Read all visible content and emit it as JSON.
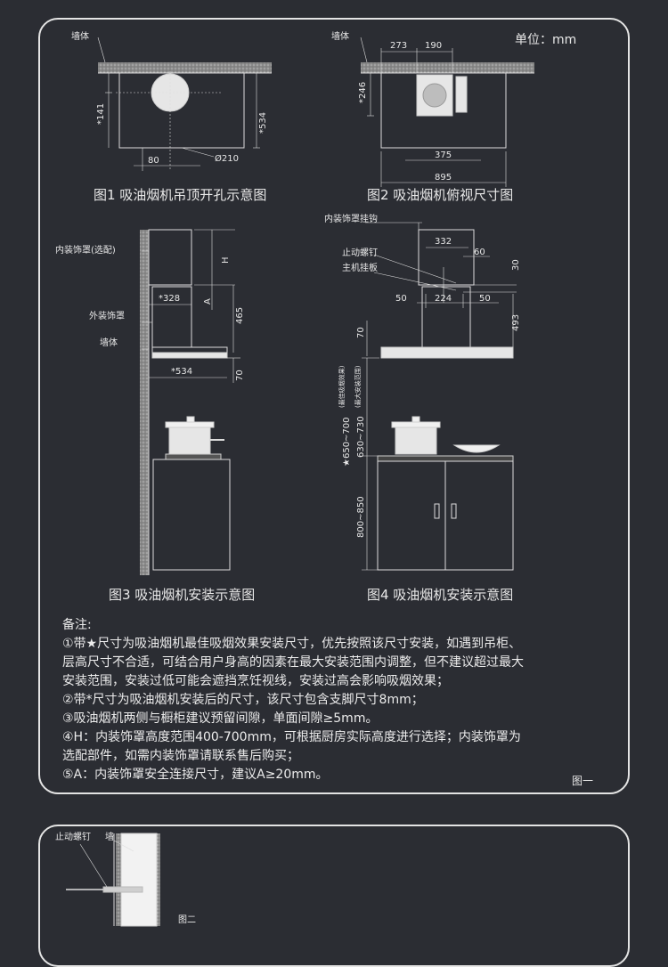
{
  "unit_label": "单位：mm",
  "fig1": {
    "caption": "图1  吸油烟机吊顶开孔示意图",
    "wall_label": "墙体",
    "dim_141": "*141",
    "dim_534": "*534",
    "dim_80": "80",
    "dim_210": "Ø210"
  },
  "fig2": {
    "caption": "图2  吸油烟机俯视尺寸图",
    "wall_label": "墙体",
    "dim_273": "273",
    "dim_190": "190",
    "dim_246": "*246",
    "dim_375": "375",
    "dim_895": "895"
  },
  "fig3": {
    "caption": "图3  吸油烟机安装示意图",
    "inner_cover": "内装饰罩(选配)",
    "outer_cover": "外装饰罩",
    "wall_label": "墙体",
    "dim_h": "H",
    "dim_a": "A",
    "dim_328": "*328",
    "dim_465": "465",
    "dim_534": "*534",
    "dim_70": "70"
  },
  "fig4": {
    "caption": "图4  吸油烟机安装示意图",
    "hook": "内装饰罩挂钩",
    "stop_screw": "止动螺钉",
    "main_plate": "主机挂板",
    "dim_332": "332",
    "dim_60": "60",
    "dim_30": "30",
    "dim_50a": "50",
    "dim_224": "224",
    "dim_50b": "50",
    "dim_493": "493",
    "dim_70": "70",
    "dim_650_700": "★650~700",
    "note_best": "(最佳吸烟效果)",
    "dim_630_730": "630~730",
    "note_max": "(最大安装范围)",
    "dim_800_850": "800~850"
  },
  "notes": {
    "title": "备注:",
    "lines": [
      "①带★尺寸为吸油烟机最佳吸烟效果安装尺寸，优先按照该尺寸安装，如遇到吊柜、",
      "层高尺寸不合适，可结合用户身高的因素在最大安装范围内调整，但不建议超过最大",
      "安装范围，安装过低可能会遮挡烹饪视线，安装过高会影响吸烟效果；",
      "②带*尺寸为吸油烟机安装后的尺寸，该尺寸包含支脚尺寸8mm；",
      "③吸油烟机两侧与橱柜建议预留间隙，单面间隙≥5mm。",
      "④H：内装饰罩高度范围400-700mm，可根据厨房实际高度进行选择；内装饰罩为",
      "选配部件，如需内装饰罩请联系售后购买；",
      "⑤A：内装饰罩安全连接尺寸，建议A≥20mm。"
    ],
    "figure_tag": "图一"
  },
  "fig_b": {
    "stop_screw": "止动螺钉",
    "wall": "墙",
    "tag": "图二"
  }
}
